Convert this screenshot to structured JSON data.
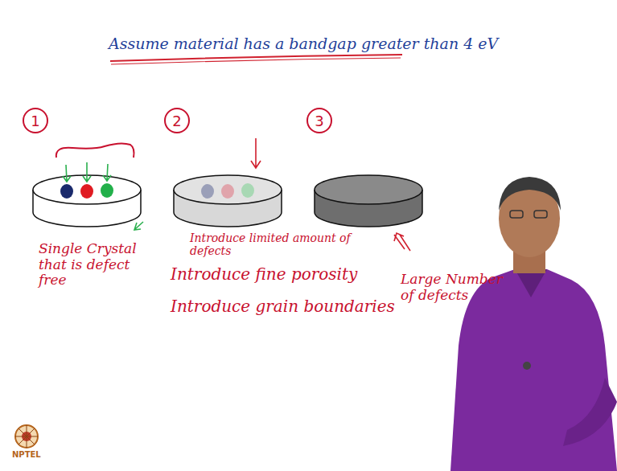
{
  "diagram": {
    "title": "Assume material has a bandgap greater than 4 eV",
    "nodes": [
      {
        "text": [
          "1"
        ]
      },
      {
        "text": [
          "2"
        ]
      },
      {
        "text": [
          "3"
        ]
      }
    ],
    "labels": [
      "Single Crystal that is defect free",
      "Introduce limited amount of defects",
      "Introduce fine porosity",
      "Introduce grain boundaries",
      "Large Number of defects",
      "NPTEL"
    ]
  }
}
